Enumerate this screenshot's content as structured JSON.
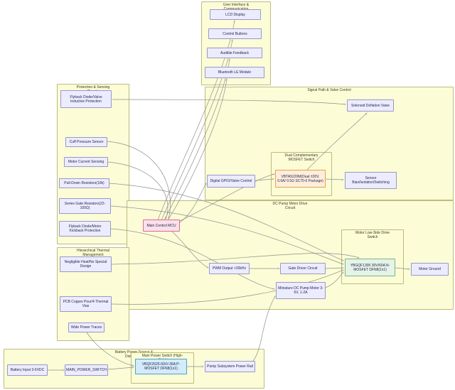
{
  "diagram": {
    "groups": {
      "user_interface": "User Interface & Communication",
      "protection_sensing": "Protection & Sensing Circuits",
      "signal_path": "Signal Path & Valve Control",
      "dc_pump_drive": "DC Pump Motor Drive Circuit",
      "thermal": "Hierarchical Thermal Management",
      "battery_power": "Battery Power Source & Distribution",
      "dual_mosfet_switch": "Dual Complementary MOSFET Switch",
      "low_side_switch": "Motor Low-Side Drive Switch",
      "high_side_switch": "Main Power Switch (High-Side)"
    },
    "nodes": {
      "lcd_display": "LCD Display",
      "control_buttons": "Control Buttons",
      "audible_feedback": "Audible Feedback",
      "bluetooth_module": "Bluetooth LE Module",
      "flyback_valve_protection": "Flyback Diode/Valve Inductive Protection",
      "cuff_pressure_sensor": "Cuff Pressure Sensor",
      "motor_current_sensing": "Motor Current Sensing",
      "pulldown_resistors": "Pull-Down Resistors(10k)",
      "series_gate_resistors": "Series Gate Resistors(22-100Ω)",
      "flyback_motor_protection": "Flyback Diode/Motor Kickback Protection",
      "negligible_heat": "Negligible Heat/No Special Design",
      "pcb_copper_pour": "PCB Copper Pour/4 Thermal Vias",
      "wide_power_traces": "Wide Power Traces",
      "solenoid_valve": "Solenoid Deflation Valve",
      "digital_gpio": "Digital GPIO/Valve Control",
      "valve_mosfet": "VBTA5220M(Dual ±20V, 0.6A/ 0.5Ω SC70-6 Package)",
      "sensor_bias": "Sensor Bias/Isolation/Switching",
      "main_mcu": "Main Control MCU",
      "pwm_output": "PWM Output >20kHz",
      "gate_driver": "Gate Driver Circuit",
      "motor_mosfet": "YBGQF1305 30V/60A N-MOSFET DFN8(1x1)",
      "pump_motor": "Miniature DC Pump Motor 3-6V, 1-2A",
      "motor_ground": "Motor Ground",
      "battery_input": "Battery Input 3-6VDC",
      "main_power_switch": "MAIN_POWER_SWITCH",
      "power_mosfet": "VBQF2625-60V/-36A P-MOSFET DFN8(1x1)",
      "pump_power_rail": "Pump Subsystem Power Rail"
    },
    "connections": [
      {
        "from": "main_mcu",
        "to": "lcd_display"
      },
      {
        "from": "main_mcu",
        "to": "control_buttons"
      },
      {
        "from": "main_mcu",
        "to": "audible_feedback"
      },
      {
        "from": "main_mcu",
        "to": "bluetooth_module"
      },
      {
        "from": "flyback_valve_protection",
        "to": "solenoid_valve"
      },
      {
        "from": "cuff_pressure_sensor",
        "to": "main_mcu"
      },
      {
        "from": "motor_current_sensing",
        "to": "main_mcu"
      },
      {
        "from": "pulldown_resistors",
        "to": "motor_mosfet"
      },
      {
        "from": "series_gate_resistors",
        "to": "motor_mosfet"
      },
      {
        "from": "flyback_motor_protection",
        "to": "pump_motor"
      },
      {
        "from": "negligible_heat",
        "to": "motor_mosfet"
      },
      {
        "from": "pcb_copper_pour",
        "to": "motor_mosfet"
      },
      {
        "from": "wide_power_traces",
        "to": "power_mosfet"
      },
      {
        "from": "main_mcu",
        "to": "digital_gpio"
      },
      {
        "from": "digital_gpio",
        "to": "valve_mosfet"
      },
      {
        "from": "valve_mosfet",
        "to": "sensor_bias"
      },
      {
        "from": "valve_mosfet",
        "to": "solenoid_valve"
      },
      {
        "from": "main_mcu",
        "to": "pwm_output"
      },
      {
        "from": "pwm_output",
        "to": "gate_driver"
      },
      {
        "from": "gate_driver",
        "to": "motor_mosfet"
      },
      {
        "from": "motor_mosfet",
        "to": "motor_ground"
      },
      {
        "from": "pump_motor",
        "to": "motor_mosfet"
      },
      {
        "from": "battery_input",
        "to": "main_power_switch"
      },
      {
        "from": "main_power_switch",
        "to": "power_mosfet"
      },
      {
        "from": "power_mosfet",
        "to": "pump_power_rail"
      },
      {
        "from": "pump_power_rail",
        "to": "pump_motor"
      },
      {
        "from": "main_mcu",
        "to": "valve_mosfet"
      }
    ],
    "colors": {
      "group_fill": "#fcfcd6",
      "group_stroke": "#bcbc7e",
      "node_fill": "#ececff",
      "node_stroke": "#9a97c9",
      "mcu_fill": "#fbe0ea",
      "mcu_stroke": "#dd6b93",
      "orange_fill": "#ffeedd",
      "orange_stroke": "#e9a23b",
      "green_fill": "#e6f4e8",
      "green_stroke": "#7ab687",
      "cyan_fill": "#d4ebfa",
      "cyan_stroke": "#4aa4cf",
      "edge_stroke": "#8f8f8f"
    }
  }
}
